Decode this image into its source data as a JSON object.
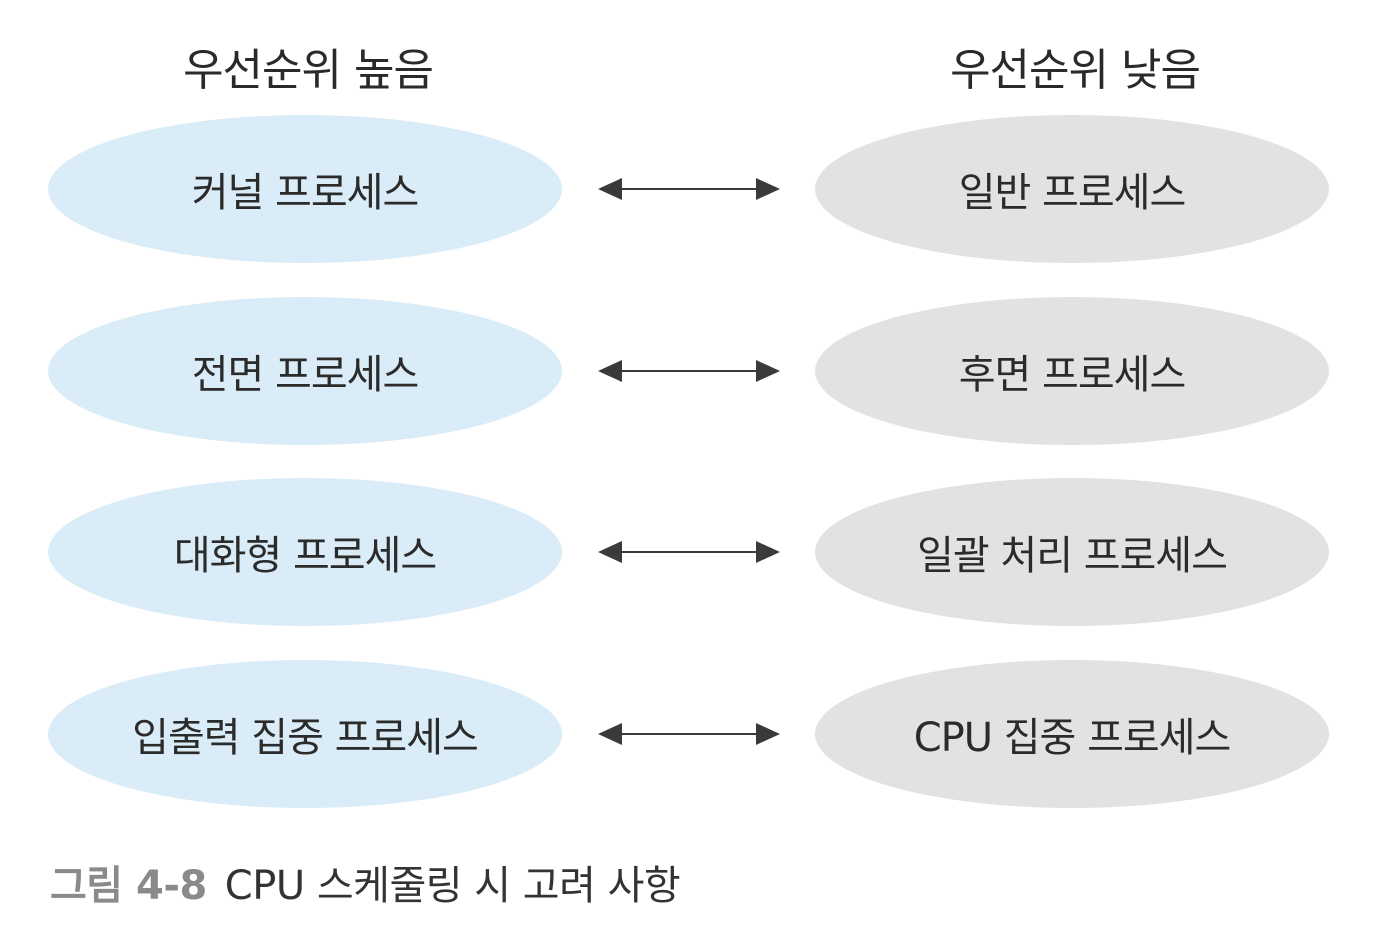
{
  "headers": {
    "high": "우선순위 높음",
    "low": "우선순위 낮음"
  },
  "rows": [
    {
      "high": "커널 프로세스",
      "low": "일반 프로세스"
    },
    {
      "high": "전면 프로세스",
      "low": "후면 프로세스"
    },
    {
      "high": "대화형 프로세스",
      "low": "일괄 처리 프로세스"
    },
    {
      "high": "입출력 집중 프로세스",
      "low": "CPU 집중 프로세스"
    }
  ],
  "caption": {
    "figure_number": "그림 4-8",
    "title": "CPU 스케줄링 시 고려 사항"
  },
  "colors": {
    "high_fill": "#d9ecf7",
    "low_fill": "#e2e2e2",
    "arrow": "#3a3a3a",
    "caption_number": "#8a8a8a"
  }
}
